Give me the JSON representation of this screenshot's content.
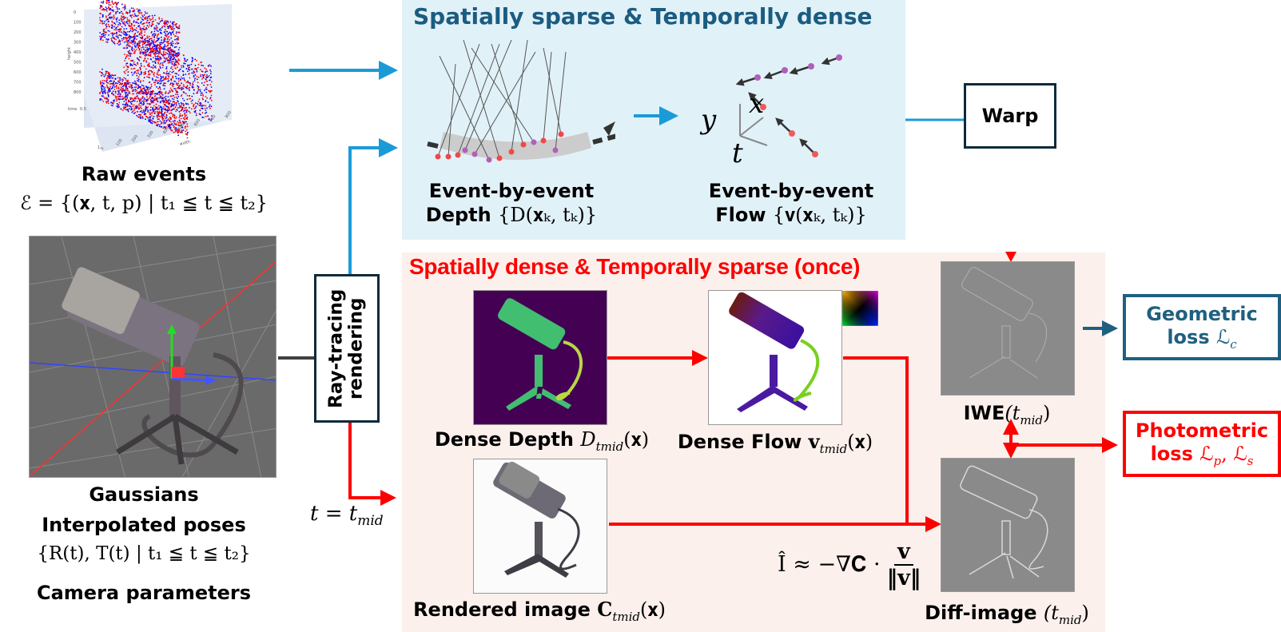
{
  "raw_events": {
    "title": "Raw events",
    "formula": "ℰ = {(𝐱, t, p) | t₁ ≦ t ≦ t₂}",
    "plot": {
      "y_axis_label": "height",
      "y_ticks": [
        "0",
        "100",
        "200",
        "300",
        "400",
        "500",
        "600",
        "700",
        "800"
      ],
      "time_axis_label": "time",
      "time_ticks": [
        "0.5",
        "1"
      ],
      "x_axis_label": "width",
      "x_ticks": [
        "0",
        "100",
        "200",
        "300",
        "400",
        "500",
        "600",
        "700",
        "800"
      ],
      "positive_color": "#ff0000",
      "negative_color": "#0000ff"
    }
  },
  "inputs": {
    "gaussians_label": "Gaussians",
    "poses_label": "Interpolated poses",
    "poses_formula": "{R(t), T(t) | t₁ ≦ t ≦ t₂}",
    "camera_label": "Camera parameters"
  },
  "ray_tracing": {
    "label_line1": "Ray-tracing",
    "label_line2": "rendering"
  },
  "t_mid_label": "t = t",
  "t_mid_sub": "mid",
  "sparse_panel": {
    "title": "Spatially sparse & Temporally dense",
    "depth_caption_line1": "Event-by-event",
    "depth_caption_word": "Depth",
    "depth_caption_math": "{D(𝐱ₖ, tₖ)}",
    "flow_caption_line1": "Event-by-event",
    "flow_caption_word": "Flow",
    "flow_caption_math": "{𝐯(𝐱ₖ, tₖ)}",
    "axis_x": "x",
    "axis_y": "y",
    "axis_t": "t",
    "color": "#1b5c80",
    "background": "#e1f1f8"
  },
  "warp": {
    "label": "Warp"
  },
  "dense_panel": {
    "title": "Spatially dense & Temporally sparse (once)",
    "depth_caption_word": "Dense Depth",
    "depth_caption_math": "D",
    "depth_caption_sub": "tmid",
    "depth_caption_tail": "(𝐱)",
    "flow_caption_word": "Dense Flow",
    "flow_caption_math": "𝐯",
    "flow_caption_sub": "tmid",
    "flow_caption_tail": "(𝐱)",
    "rendered_caption_word": "Rendered image",
    "rendered_caption_math": "𝐂",
    "rendered_caption_sub": "tmid",
    "rendered_caption_tail": "(𝐱)",
    "formula_lhs": "Î ≈ −∇𝐂 ·",
    "formula_num": "𝐯",
    "formula_den": "‖𝐯‖",
    "iwe_caption_word": "IWE",
    "iwe_caption_math": "(t",
    "iwe_caption_sub": "mid",
    "iwe_caption_tail": ")",
    "diff_caption_word": "Diff-image",
    "diff_caption_math": "(t",
    "diff_caption_sub": "mid",
    "diff_caption_tail": ")",
    "color": "#ff0000",
    "background": "#fcf0ec"
  },
  "losses": {
    "geometric_line1": "Geometric",
    "geometric_word": "loss",
    "geometric_math": "ℒ",
    "geometric_sub": "c",
    "photometric_line1": "Photometric",
    "photometric_word": "loss",
    "photometric_math": "ℒ",
    "photometric_sub1": "p",
    "photometric_sep": ", ℒ",
    "photometric_sub2": "s",
    "geometric_color": "#1f6080",
    "photometric_color": "#ff0000"
  },
  "colors": {
    "blue_arrow": "#1a9bd7",
    "red_arrow": "#ff0000",
    "dark_arrow": "#404040",
    "depth_bg": "#440154",
    "depth_fg": "#3fbf78"
  }
}
